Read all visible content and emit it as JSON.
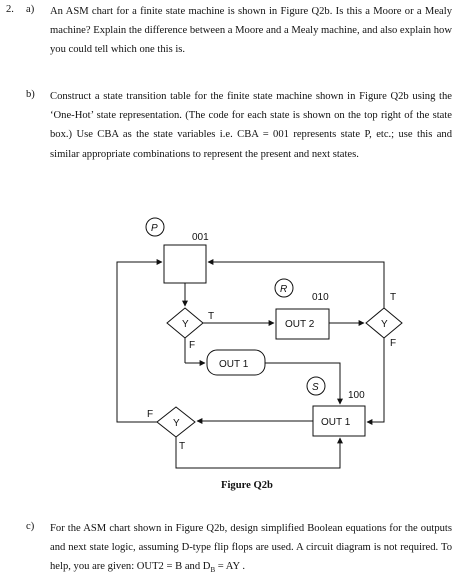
{
  "question": {
    "number": "2.",
    "parts": [
      {
        "label": "a)",
        "text": "An ASM chart for a finite state machine is shown in Figure Q2b. Is this a Moore or a Mealy machine? Explain the difference between a Moore and a Mealy machine, and also explain how you could tell which one this is."
      },
      {
        "label": "b)",
        "text": "Construct a state transition table for the finite state machine shown in Figure Q2b using the ‘One-Hot’ state representation. (The code for each state is shown on the top right of the state box.) Use CBA as the state variables i.e. CBA = 001 represents state P, etc.; use this and similar appropriate combinations to represent the present and next states."
      },
      {
        "label": "c)",
        "text": "For the ASM chart shown in Figure Q2b, design simplified Boolean equations for the outputs and next state logic, assuming D-type flip flops are used. A circuit diagram is not required. To help, you are given: OUT2 = B and D",
        "sub": "B",
        "tail": " = AY ."
      }
    ]
  },
  "figure": {
    "caption": "Figure Q2b",
    "states": {
      "p": {
        "name": "P",
        "code": "001"
      },
      "r": {
        "name": "R",
        "code": "010",
        "output": "OUT 2"
      },
      "s": {
        "name": "S",
        "code": "100",
        "output": "OUT 1"
      }
    },
    "conditional_output": "OUT 1",
    "decision_label": "Y",
    "true_label": "T",
    "false_label": "F"
  }
}
